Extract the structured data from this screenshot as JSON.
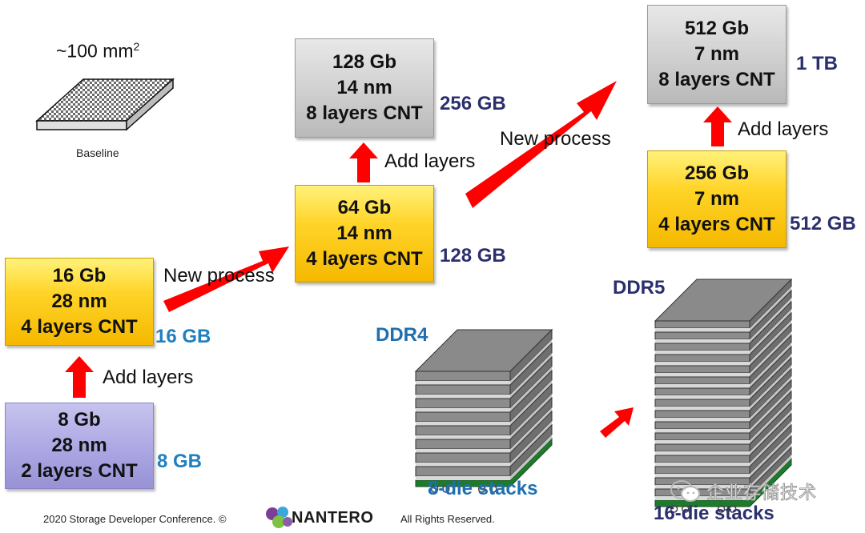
{
  "baseline": {
    "area_label": "~100 mm",
    "area_sup": "2",
    "caption": "Baseline"
  },
  "boxes": {
    "b8": {
      "line1": "8 Gb",
      "line2": "28 nm",
      "line3": "2 layers CNT",
      "capacity": "8 GB"
    },
    "b16": {
      "line1": "16 Gb",
      "line2": "28 nm",
      "line3": "4 layers CNT",
      "capacity": "16 GB"
    },
    "b64": {
      "line1": "64 Gb",
      "line2": "14 nm",
      "line3": "4 layers CNT",
      "capacity": "128 GB"
    },
    "b128": {
      "line1": "128 Gb",
      "line2": "14 nm",
      "line3": "8 layers CNT",
      "capacity": "256 GB"
    },
    "b256": {
      "line1": "256 Gb",
      "line2": "7 nm",
      "line3": "4 layers CNT",
      "capacity": "512 GB"
    },
    "b512": {
      "line1": "512 Gb",
      "line2": "7 nm",
      "line3": "8 layers CNT",
      "capacity": "1 TB"
    }
  },
  "arrow_labels": {
    "add_layers": "Add layers",
    "new_process": "New process"
  },
  "stacks": {
    "ddr4_label": "DDR4",
    "ddr4_caption": "8-die stacks",
    "ddr5_label": "DDR5",
    "ddr5_caption": "16-die stacks"
  },
  "footer": {
    "copyright": "2020 Storage Developer Conference. ©",
    "brand": "NANTERO",
    "rights": "All Rights Reserved."
  },
  "watermark": {
    "text": "企业存储技术"
  },
  "colors": {
    "arrow_red": "#ff0000",
    "gold": "#ffd428",
    "gray": "#cfcfcf",
    "purple": "#aca7e3",
    "capacity_blue": "#1f7fc0",
    "capacity_navy": "#2b2f6e"
  }
}
